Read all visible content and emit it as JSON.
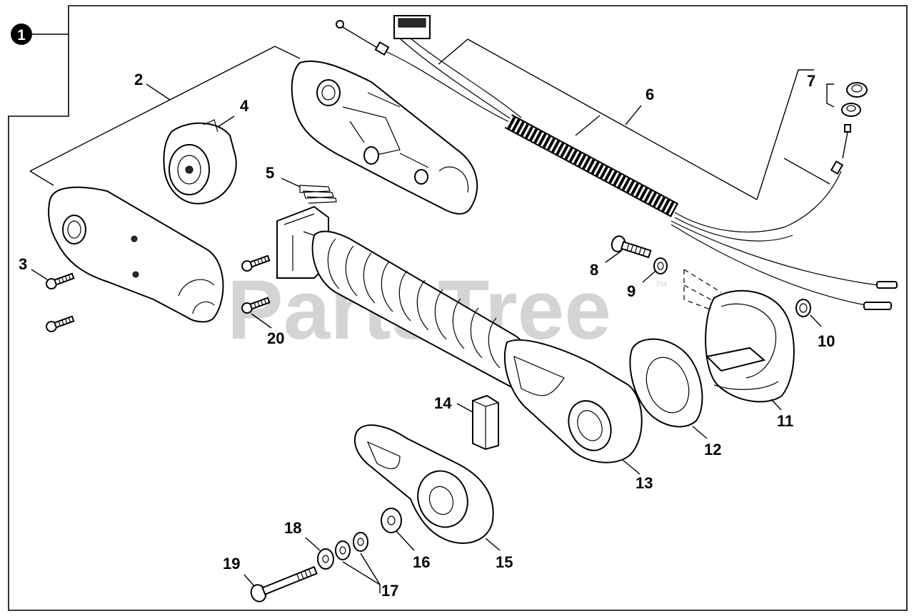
{
  "assembly": {
    "number": "1"
  },
  "watermark": {
    "text": "PartsTree",
    "trademark": "TM"
  },
  "callouts": {
    "p2": "2",
    "p3": "3",
    "p4": "4",
    "p5": "5",
    "p6": "6",
    "p7": "7",
    "p8": "8",
    "p9": "9",
    "p10": "10",
    "p11": "11",
    "p12": "12",
    "p13": "13",
    "p14": "14",
    "p15": "15",
    "p16": "16",
    "p17": "17",
    "p18": "18",
    "p19": "19",
    "p20": "20"
  }
}
